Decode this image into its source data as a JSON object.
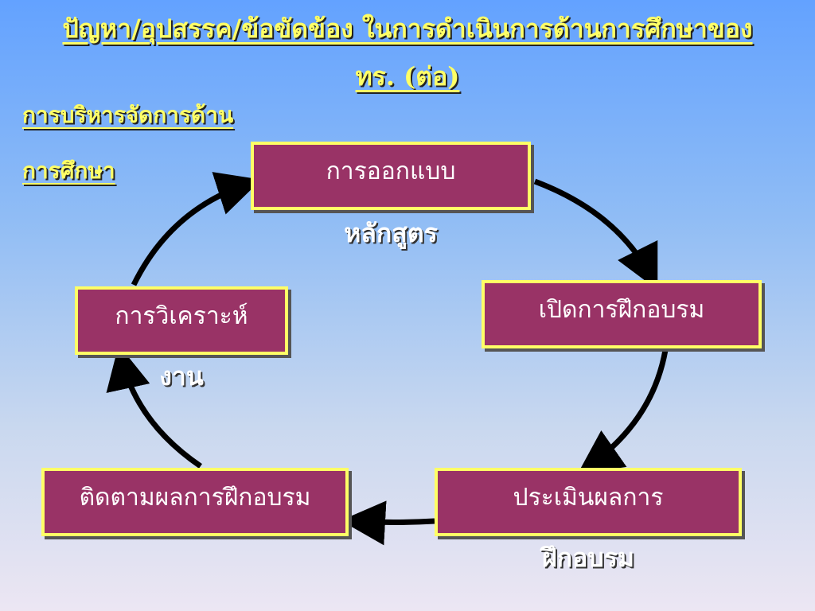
{
  "title": {
    "line1": "ปัญหา/อุปสรรค/ข้อขัดข้อง ในการดำเนินการด้านการศึกษาของ",
    "line2": "ทร. (ต่อ)"
  },
  "section": {
    "line1": "การบริหารจัดการด้าน",
    "line2": "การศึกษา"
  },
  "cycle": {
    "design": {
      "line1": "การออกแบบ",
      "line2": "หลักสูตร"
    },
    "open": {
      "line1": "เปิดการฝึกอบรม"
    },
    "evaluate": {
      "line1": "ประเมินผลการ",
      "line2": "ฝึกอบรม"
    },
    "followup": {
      "line1": "ติดตามผลการฝึกอบรม"
    },
    "analysis": {
      "line1": "การวิเคราะห์",
      "line2": "งาน"
    }
  },
  "colors": {
    "box_fill": "#993366",
    "box_border": "#ffff66",
    "title": "#ffff66",
    "arrow": "#000000"
  }
}
